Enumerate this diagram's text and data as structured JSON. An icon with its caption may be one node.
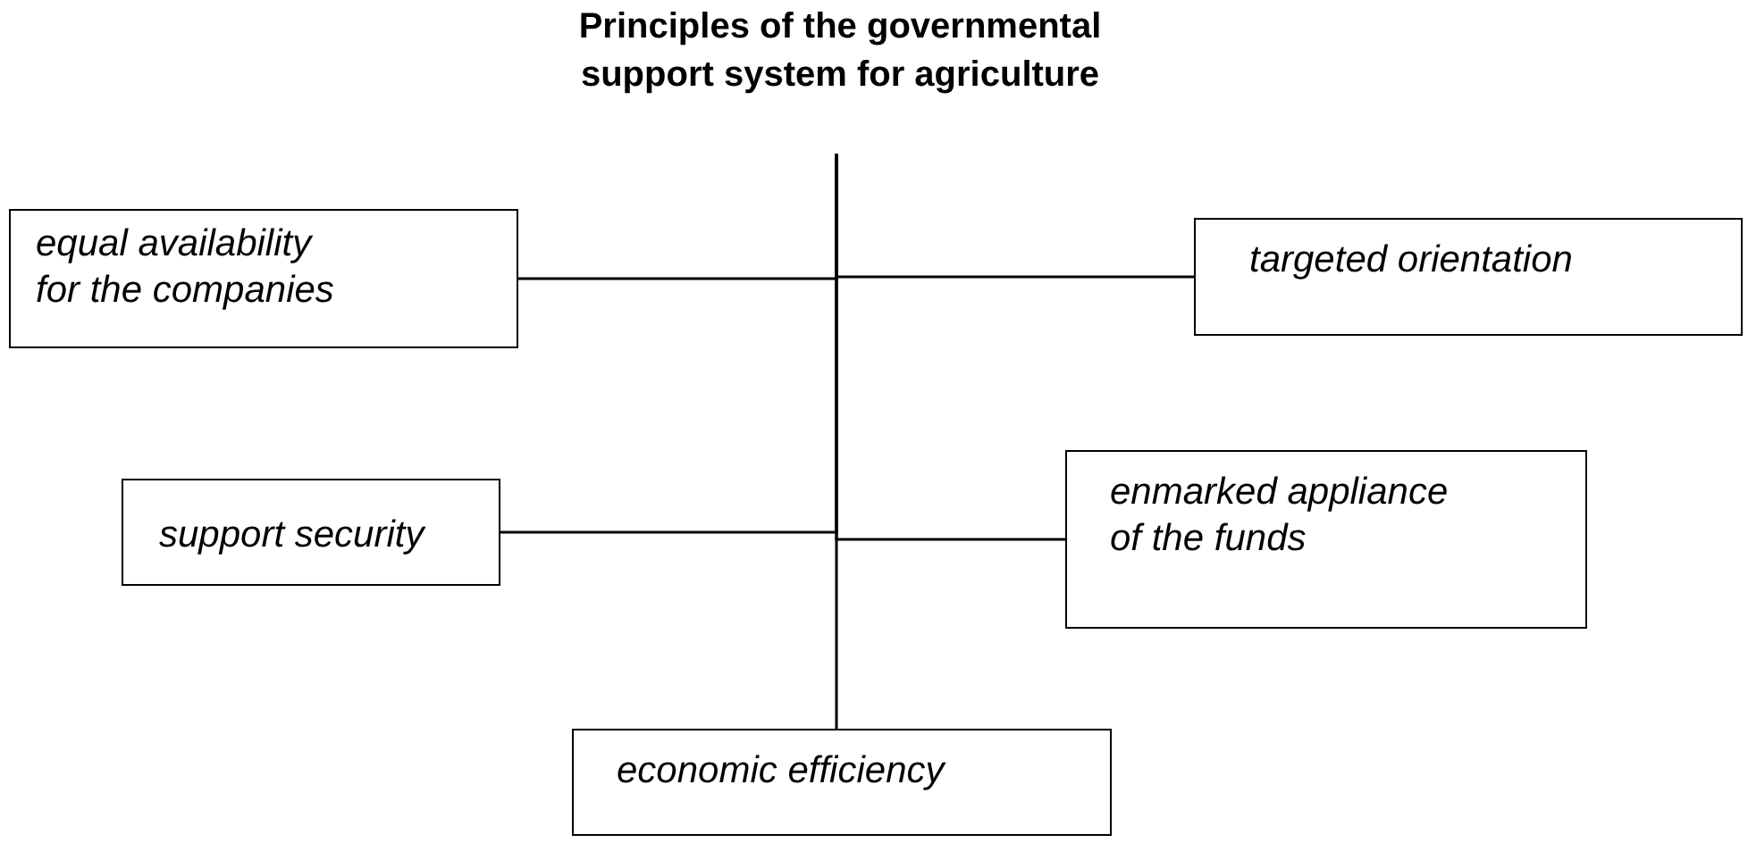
{
  "diagram": {
    "nodes": [
      {
        "text": [
          "Principles of the governmental support system for agriculture"
        ]
      },
      {
        "text": [
          "equal availability for the companies"
        ]
      },
      {
        "text": [
          "targeted orientation"
        ]
      },
      {
        "text": [
          "support security"
        ]
      },
      {
        "text": [
          "enmarked appliance of the funds"
        ]
      },
      {
        "text": [
          "economic efficiency"
        ]
      }
    ],
    "edges": [
      {
        "from": 0,
        "to": 1,
        "arrow": "none"
      },
      {
        "from": 0,
        "to": 2,
        "arrow": "none"
      },
      {
        "from": 0,
        "to": 3,
        "arrow": "none"
      },
      {
        "from": 0,
        "to": 4,
        "arrow": "none"
      },
      {
        "from": 0,
        "to": 5,
        "arrow": "none"
      }
    ]
  }
}
